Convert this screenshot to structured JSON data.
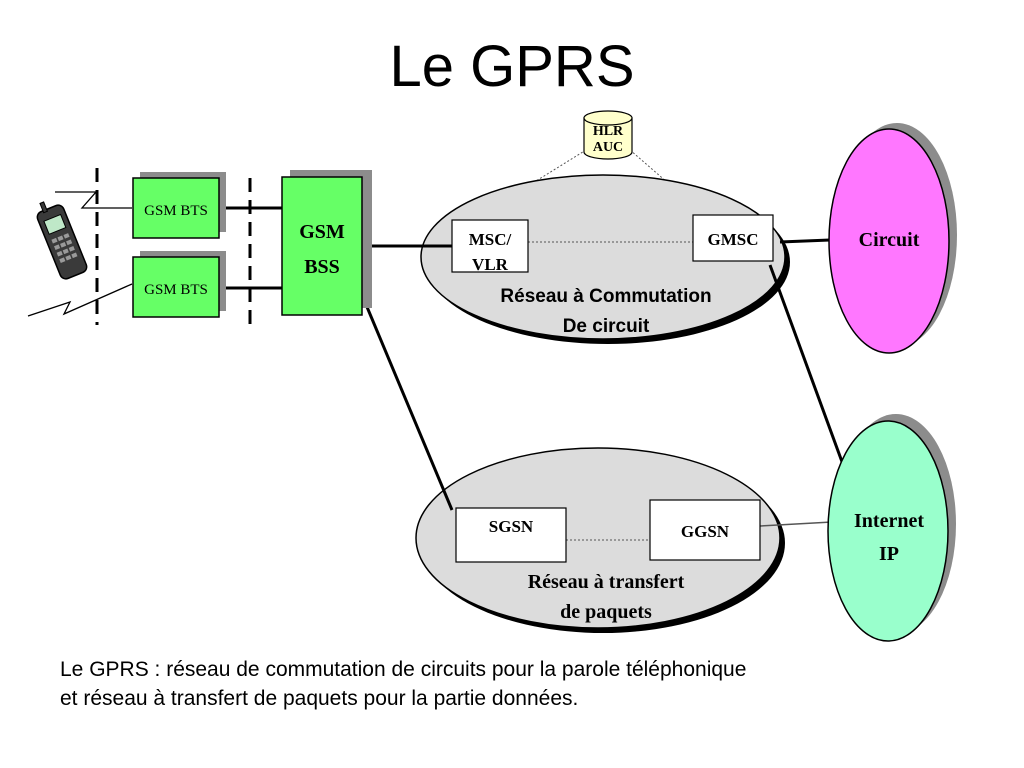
{
  "title": "Le GPRS",
  "nodes": {
    "hlr_line1": "HLR",
    "hlr_line2": "AUC",
    "bts1": "GSM BTS",
    "bts2": "GSM BTS",
    "bss_line1": "GSM",
    "bss_line2": "BSS",
    "msc_line1": "MSC/",
    "msc_line2": "VLR",
    "gmsc": "GMSC",
    "sgsn": "SGSN",
    "ggsn": "GGSN",
    "circuit": "Circuit",
    "internet_line1": "Internet",
    "internet_line2": "IP"
  },
  "networks": {
    "circuit_line1": "Réseau à Commutation",
    "circuit_line2": "De circuit",
    "packet_line1": "Réseau à transfert",
    "packet_line2": "de paquets"
  },
  "caption": {
    "line1": "Le GPRS : réseau de commutation de circuits pour la parole téléphonique",
    "line2": "et réseau à transfert de paquets pour la partie données."
  },
  "colors": {
    "green": "#66ff66",
    "grey_ellipse": "#dcdcdc",
    "magenta": "#ff77ff",
    "mint": "#99ffcc",
    "cylinder": "#ffffcc",
    "shadow": "#8c8c8c"
  },
  "icons": [
    "mobile-phone-icon",
    "radio-signal-icon",
    "database-cylinder-icon"
  ]
}
